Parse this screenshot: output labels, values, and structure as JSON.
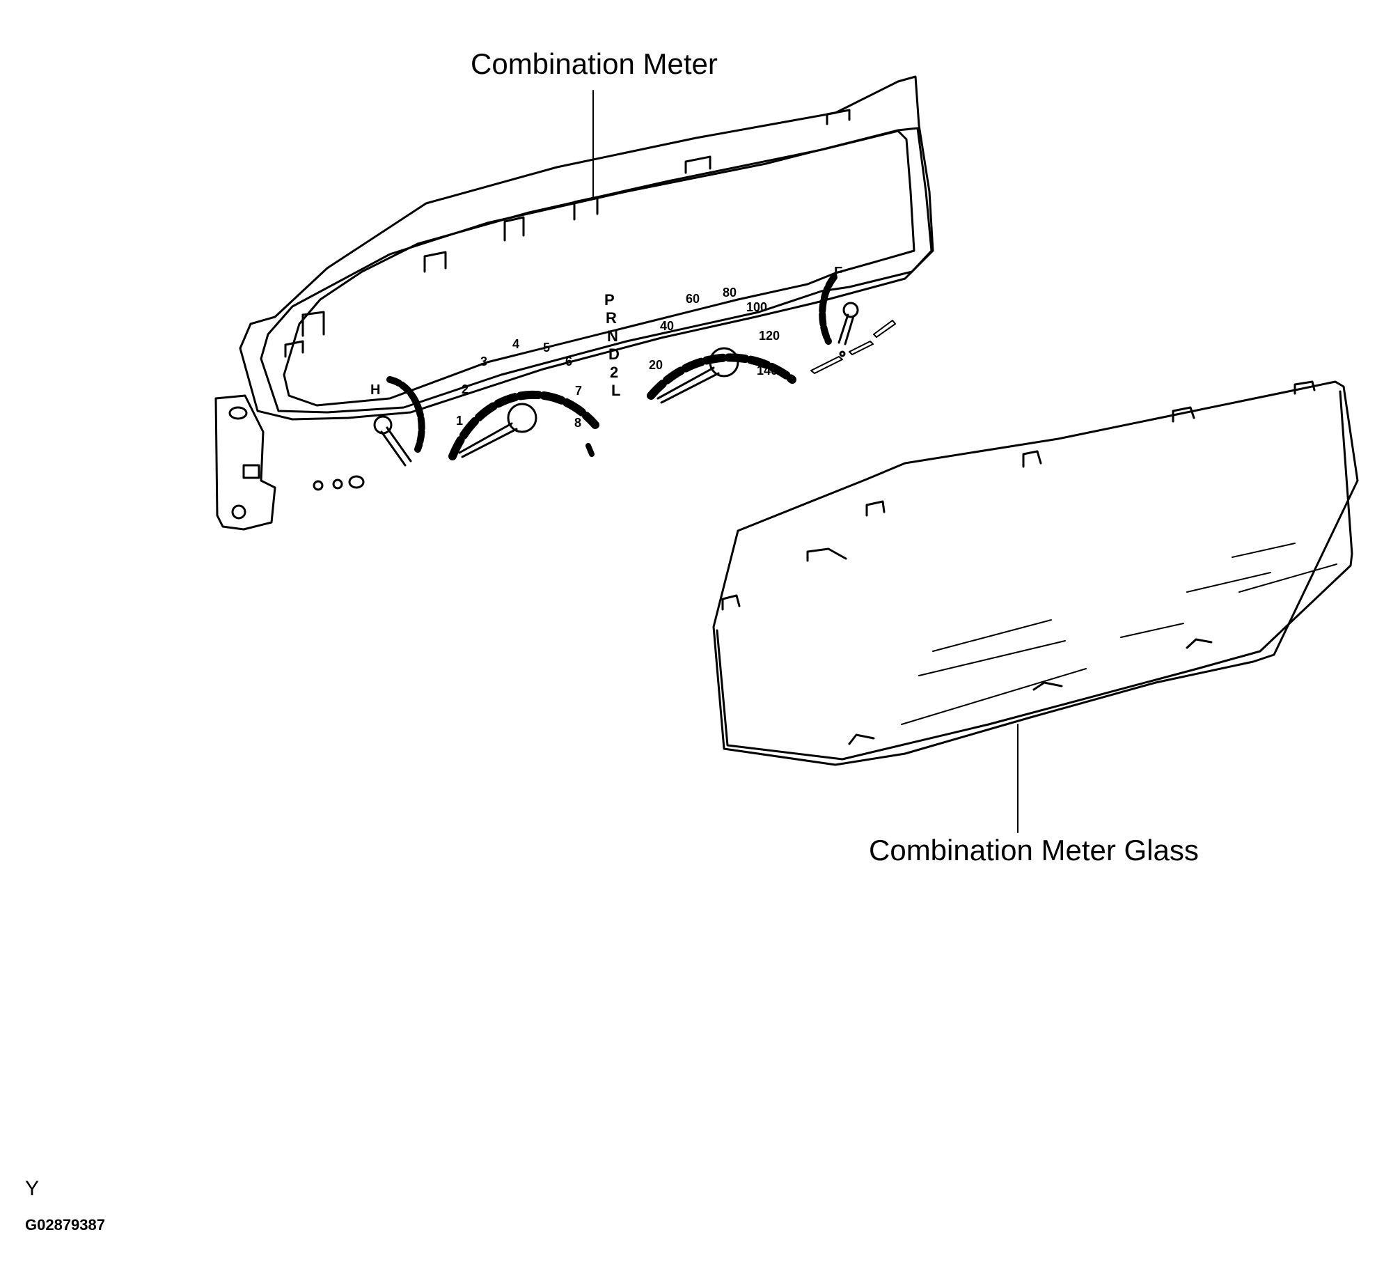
{
  "callouts": {
    "meter": "Combination Meter",
    "glass": "Combination Meter Glass"
  },
  "gauges": {
    "temperature": {
      "mark": "H"
    },
    "fuel": {
      "mark": "F"
    },
    "tachometer": {
      "ticks": [
        "1",
        "2",
        "3",
        "4",
        "5",
        "6",
        "7",
        "8"
      ]
    },
    "speedometer": {
      "ticks": [
        "20",
        "40",
        "60",
        "80",
        "100",
        "120",
        "140"
      ]
    },
    "shift_indicator": [
      "P",
      "R",
      "N",
      "D",
      "2",
      "L"
    ]
  },
  "corner": {
    "letter": "Y",
    "figure_id": "G02879387"
  },
  "colors": {
    "line": "#000000",
    "background": "#ffffff"
  }
}
